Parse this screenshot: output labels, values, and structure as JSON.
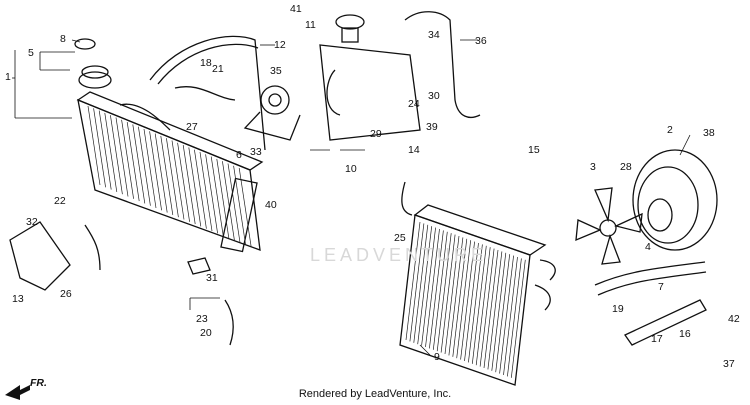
{
  "footer_text": "Rendered by LeadVenture, Inc.",
  "watermark_text": "LEADVENTURE",
  "direction_label": "FR.",
  "callouts": [
    "1",
    "2",
    "3",
    "4",
    "5",
    "6",
    "7",
    "8",
    "9",
    "10",
    "11",
    "12",
    "13",
    "14",
    "15",
    "16",
    "17",
    "18",
    "19",
    "20",
    "21",
    "22",
    "23",
    "24",
    "25",
    "26",
    "27",
    "28",
    "29",
    "30",
    "31",
    "32",
    "33",
    "34",
    "35",
    "36",
    "37",
    "38",
    "39",
    "40",
    "41",
    "42"
  ]
}
